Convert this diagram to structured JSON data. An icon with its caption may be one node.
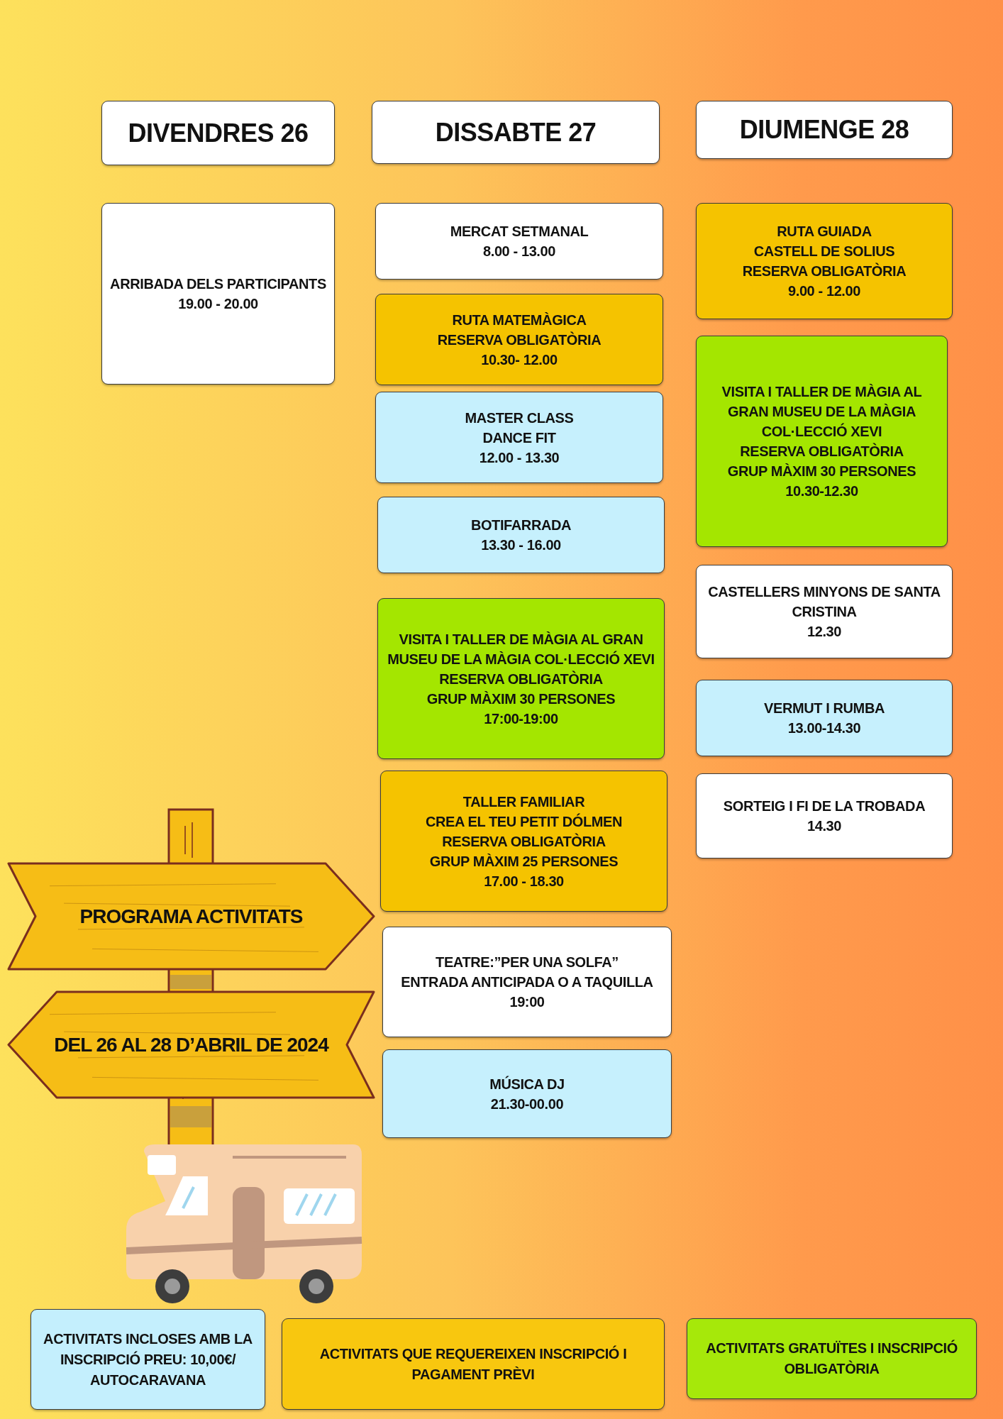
{
  "diagram": {
    "nodes": [
      {
        "text": [
          "DIVENDRES 26"
        ]
      },
      {
        "text": [
          "DISSABTE 27"
        ]
      },
      {
        "text": [
          "DIUMENGE 28"
        ]
      },
      {
        "text": [
          "ARRIBADA DELS PARTICIPANTS",
          "19.00 - 20.00"
        ]
      },
      {
        "text": [
          "MERCAT SETMANAL",
          "8.00 - 13.00"
        ]
      },
      {
        "text": [
          "RUTA MATEMÀGICA",
          "RESERVA OBLIGATÒRIA",
          "10.30- 12.00"
        ]
      },
      {
        "text": [
          "MASTER CLASS",
          "DANCE FIT",
          "12.00 - 13.30"
        ]
      },
      {
        "text": [
          "BOTIFARRADA",
          "13.30 - 16.00"
        ]
      },
      {
        "text": [
          "VISITA I TALLER DE MÀGIA AL GRAN MUSEU DE LA MÀGIA COL·LECCIÓ XEVI",
          "RESERVA OBLIGATÒRIA",
          "GRUP MÀXIM 30 PERSONES",
          "17:00-19:00"
        ]
      },
      {
        "text": [
          "TALLER FAMILIAR",
          "CREA EL TEU PETIT DÓLMEN",
          "RESERVA OBLIGATÒRIA",
          "GRUP MÀXIM 25 PERSONES",
          "17.00 - 18.30"
        ]
      },
      {
        "text": [
          "TEATRE:”PER UNA SOLFA”",
          "ENTRADA ANTICIPADA O A TAQUILLA",
          "19:00"
        ]
      },
      {
        "text": [
          "MÚSICA DJ",
          "21.30-00.00"
        ]
      },
      {
        "text": [
          "RUTA GUIADA",
          "CASTELL DE SOLIUS",
          "RESERVA OBLIGATÒRIA",
          "9.00 - 12.00"
        ]
      },
      {
        "text": [
          "VISITA I TALLER DE MÀGIA AL GRAN MUSEU DE LA MÀGIA COL·LECCIÓ XEVI",
          "RESERVA OBLIGATÒRIA",
          "GRUP MÀXIM 30 PERSONES",
          "10.30-12.30"
        ]
      },
      {
        "text": [
          "CASTELLERS MINYONS DE SANTA CRISTINA",
          "12.30"
        ]
      },
      {
        "text": [
          "VERMUT I RUMBA",
          "13.00-14.30"
        ]
      },
      {
        "text": [
          "SORTEIG I FI DE LA TROBADA",
          "14.30"
        ]
      },
      {
        "text": [
          "PROGRAMA ACTIVITATS"
        ]
      },
      {
        "text": [
          "DEL 26 AL 28 D’ABRIL DE 2024"
        ]
      }
    ],
    "legend": [
      {
        "text": "ACTIVITATS INCLOSES AMB LA INSCRIPCIÓ PREU: 10,00€/ AUTOCARAVANA",
        "color": "#c4effd"
      },
      {
        "text": "ACTIVITATS QUE REQUEREIXEN INSCRIPCIÓ I PAGAMENT PRÈVI",
        "color": "#f8c70f"
      },
      {
        "text": "ACTIVITATS GRATUÏTES I INSCRIPCIÓ OBLIGATÒRIA",
        "color": "#a6e80a"
      }
    ]
  }
}
